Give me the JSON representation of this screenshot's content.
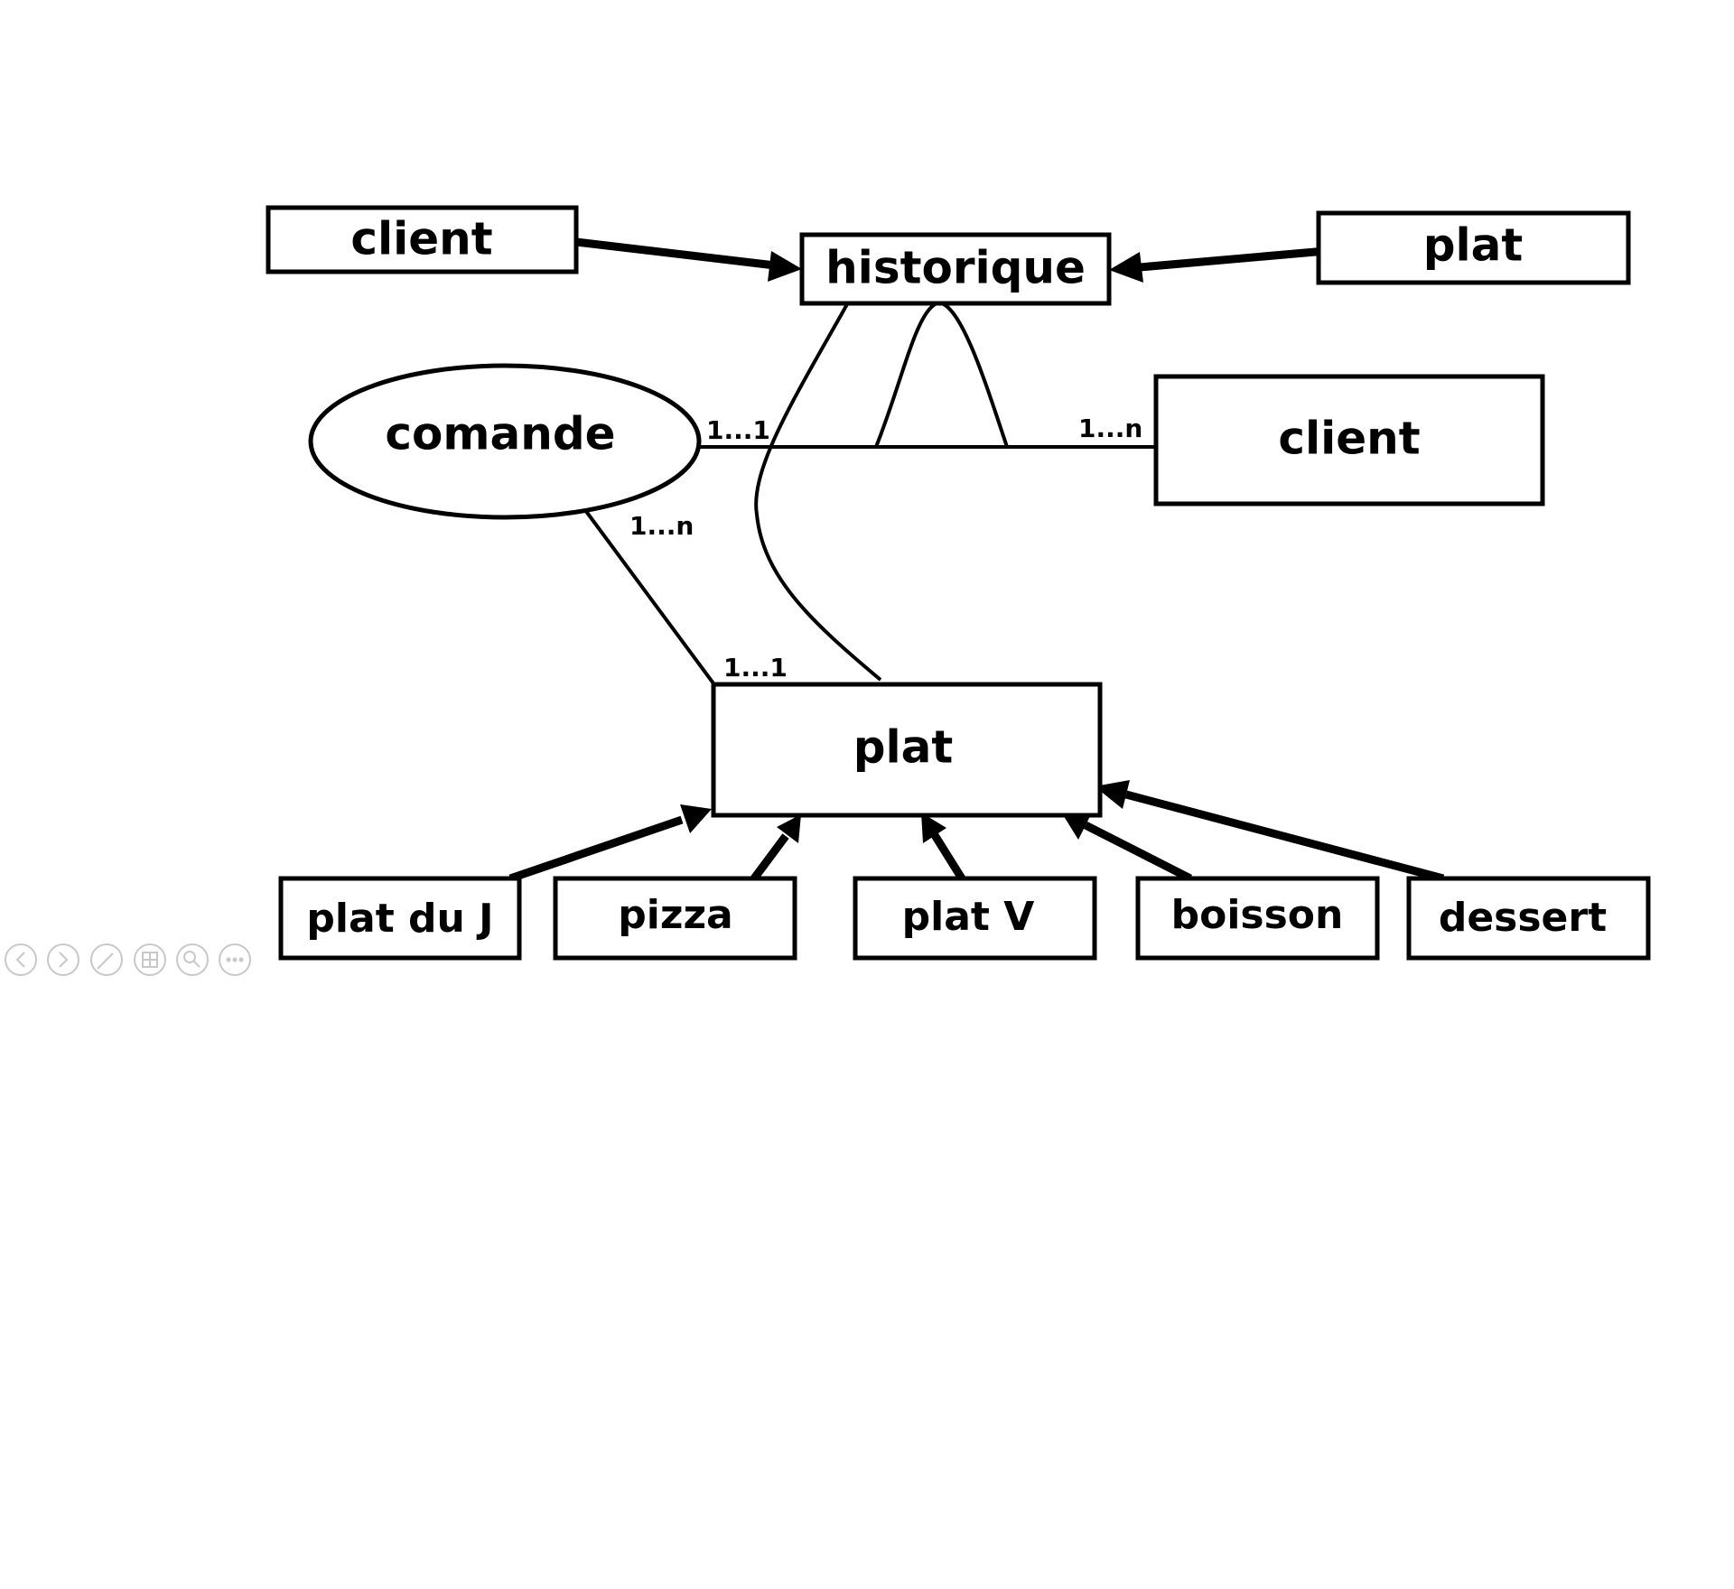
{
  "nodes": {
    "client_top": "client",
    "historique": "historique",
    "plat_top": "plat",
    "comande": "comande",
    "client_right": "client",
    "plat_center": "plat",
    "plat_du_j": "plat du J",
    "pizza": "pizza",
    "plat_v": "plat V",
    "boisson": "boisson",
    "dessert": "dessert"
  },
  "cardinalities": {
    "comande_left": "1...1",
    "client_right": "1...n",
    "comande_down": "1...n",
    "plat_top": "1...1"
  },
  "controls": [
    {
      "icon": "previous-slide-icon"
    },
    {
      "icon": "next-slide-icon"
    },
    {
      "icon": "pen-icon"
    },
    {
      "icon": "slides-grid-icon"
    },
    {
      "icon": "zoom-icon"
    },
    {
      "icon": "more-options-icon"
    }
  ]
}
